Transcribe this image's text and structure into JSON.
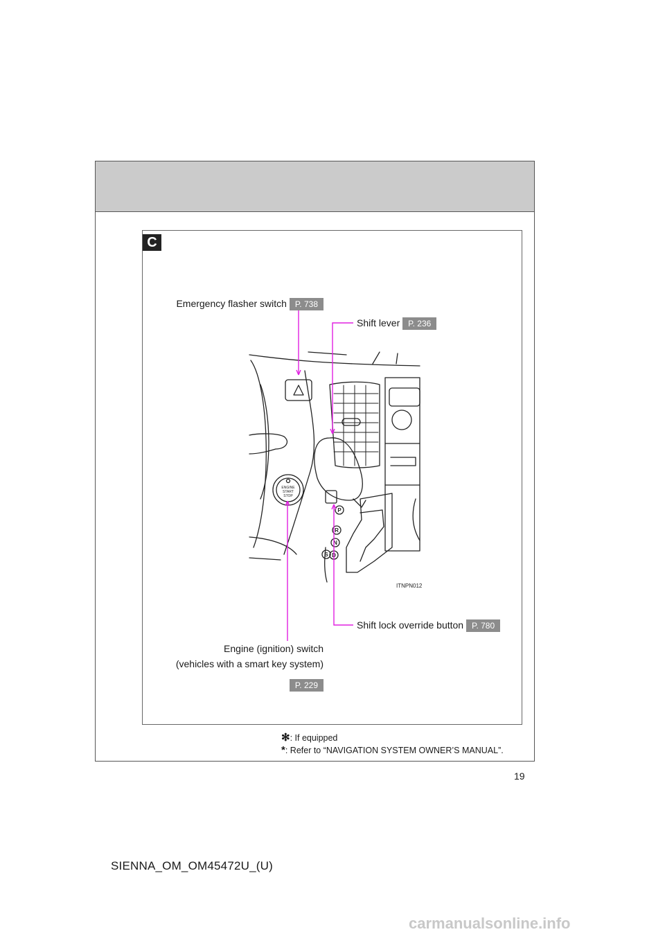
{
  "section": {
    "tag": "C"
  },
  "callouts": {
    "emergency_flasher": {
      "label": "Emergency flasher switch",
      "page": "P. 738"
    },
    "shift_lever": {
      "label": "Shift lever",
      "page": "P. 236"
    },
    "shift_lock_override": {
      "label": "Shift lock override button",
      "page": "P. 780"
    },
    "engine_switch": {
      "label_line1": "Engine (ignition) switch",
      "label_line2": "(vehicles with a smart key system)",
      "page": "P. 229"
    }
  },
  "illustration": {
    "code": "ITNPN012",
    "button_text": [
      "ENGINE",
      "START",
      "STOP"
    ],
    "gear_letters": [
      "P",
      "R",
      "N",
      "D",
      "S"
    ]
  },
  "footnotes": [
    {
      "mark": "✻",
      "text": ": If equipped"
    },
    {
      "mark": "*",
      "text": ": Refer to “NAVIGATION SYSTEM OWNER’S MANUAL”."
    }
  ],
  "page_number": "19",
  "doc_id": "SIENNA_OM_OM45472U_(U)",
  "watermark": "carmanualsonline.info",
  "colors": {
    "leader": "#e020e0",
    "page_ref_bg": "#8c8c8c",
    "header_band": "#cbcbcb"
  }
}
